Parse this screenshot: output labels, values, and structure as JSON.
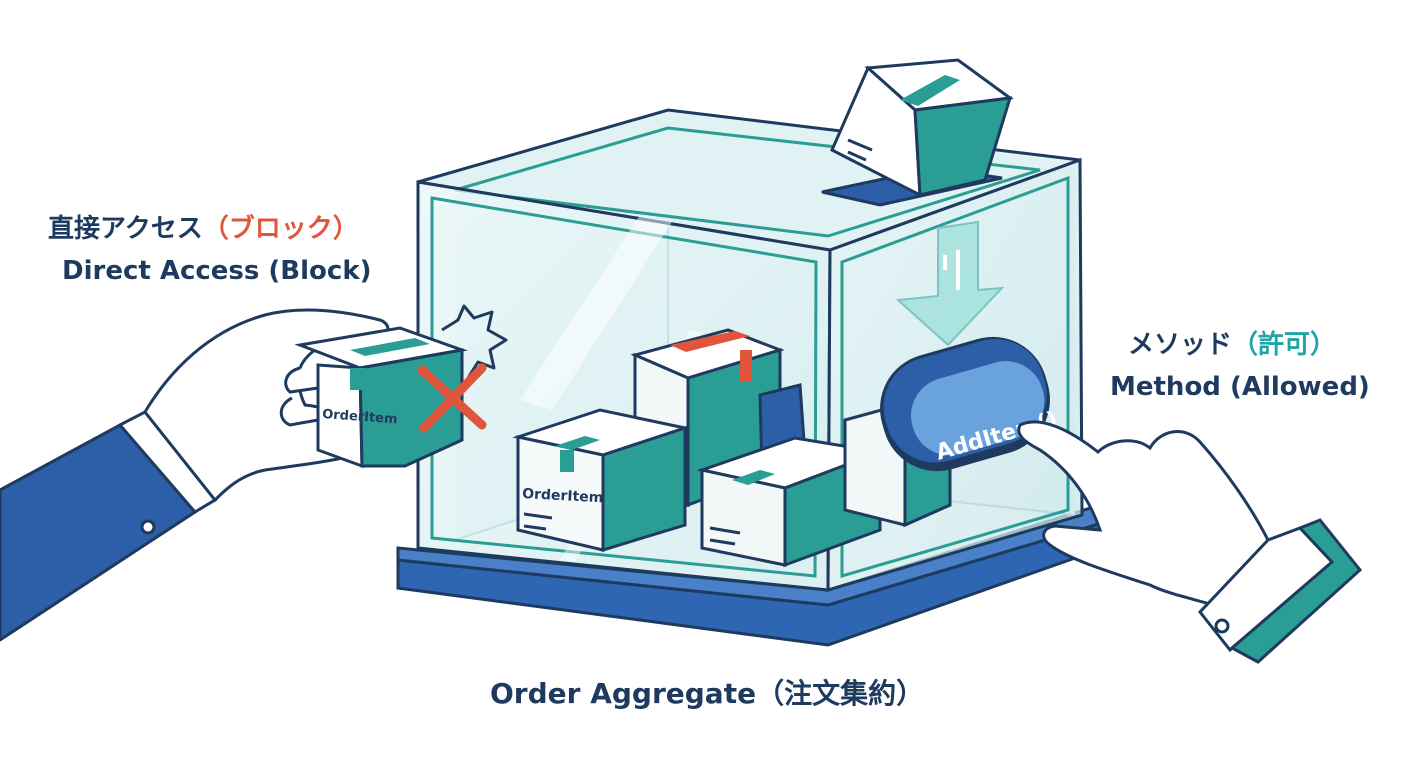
{
  "labels": {
    "direct_access_jp": "直接アクセス",
    "direct_access_status_jp": "（ブロック）",
    "direct_access_en": "Direct Access (Block)",
    "method_jp": "メソッド",
    "method_status_jp": "（許可）",
    "method_en": "Method (Allowed)",
    "aggregate": "Order Aggregate（注文集約）"
  },
  "boxes": {
    "blocked_box_label": "OrderItem",
    "inner_box_label": "OrderItem"
  },
  "button": {
    "label": "AddItem()"
  },
  "colors": {
    "navy": "#1e3a5f",
    "blue": "#2d5ea8",
    "teal": "#2a9d94",
    "block_red": "#e1553c",
    "allowed_teal": "#1fa5a5",
    "glass": "#d6eef0",
    "base": "#2f66b3"
  },
  "icons": [
    "cross-icon",
    "arrow-down-icon",
    "impact-burst-icon"
  ]
}
